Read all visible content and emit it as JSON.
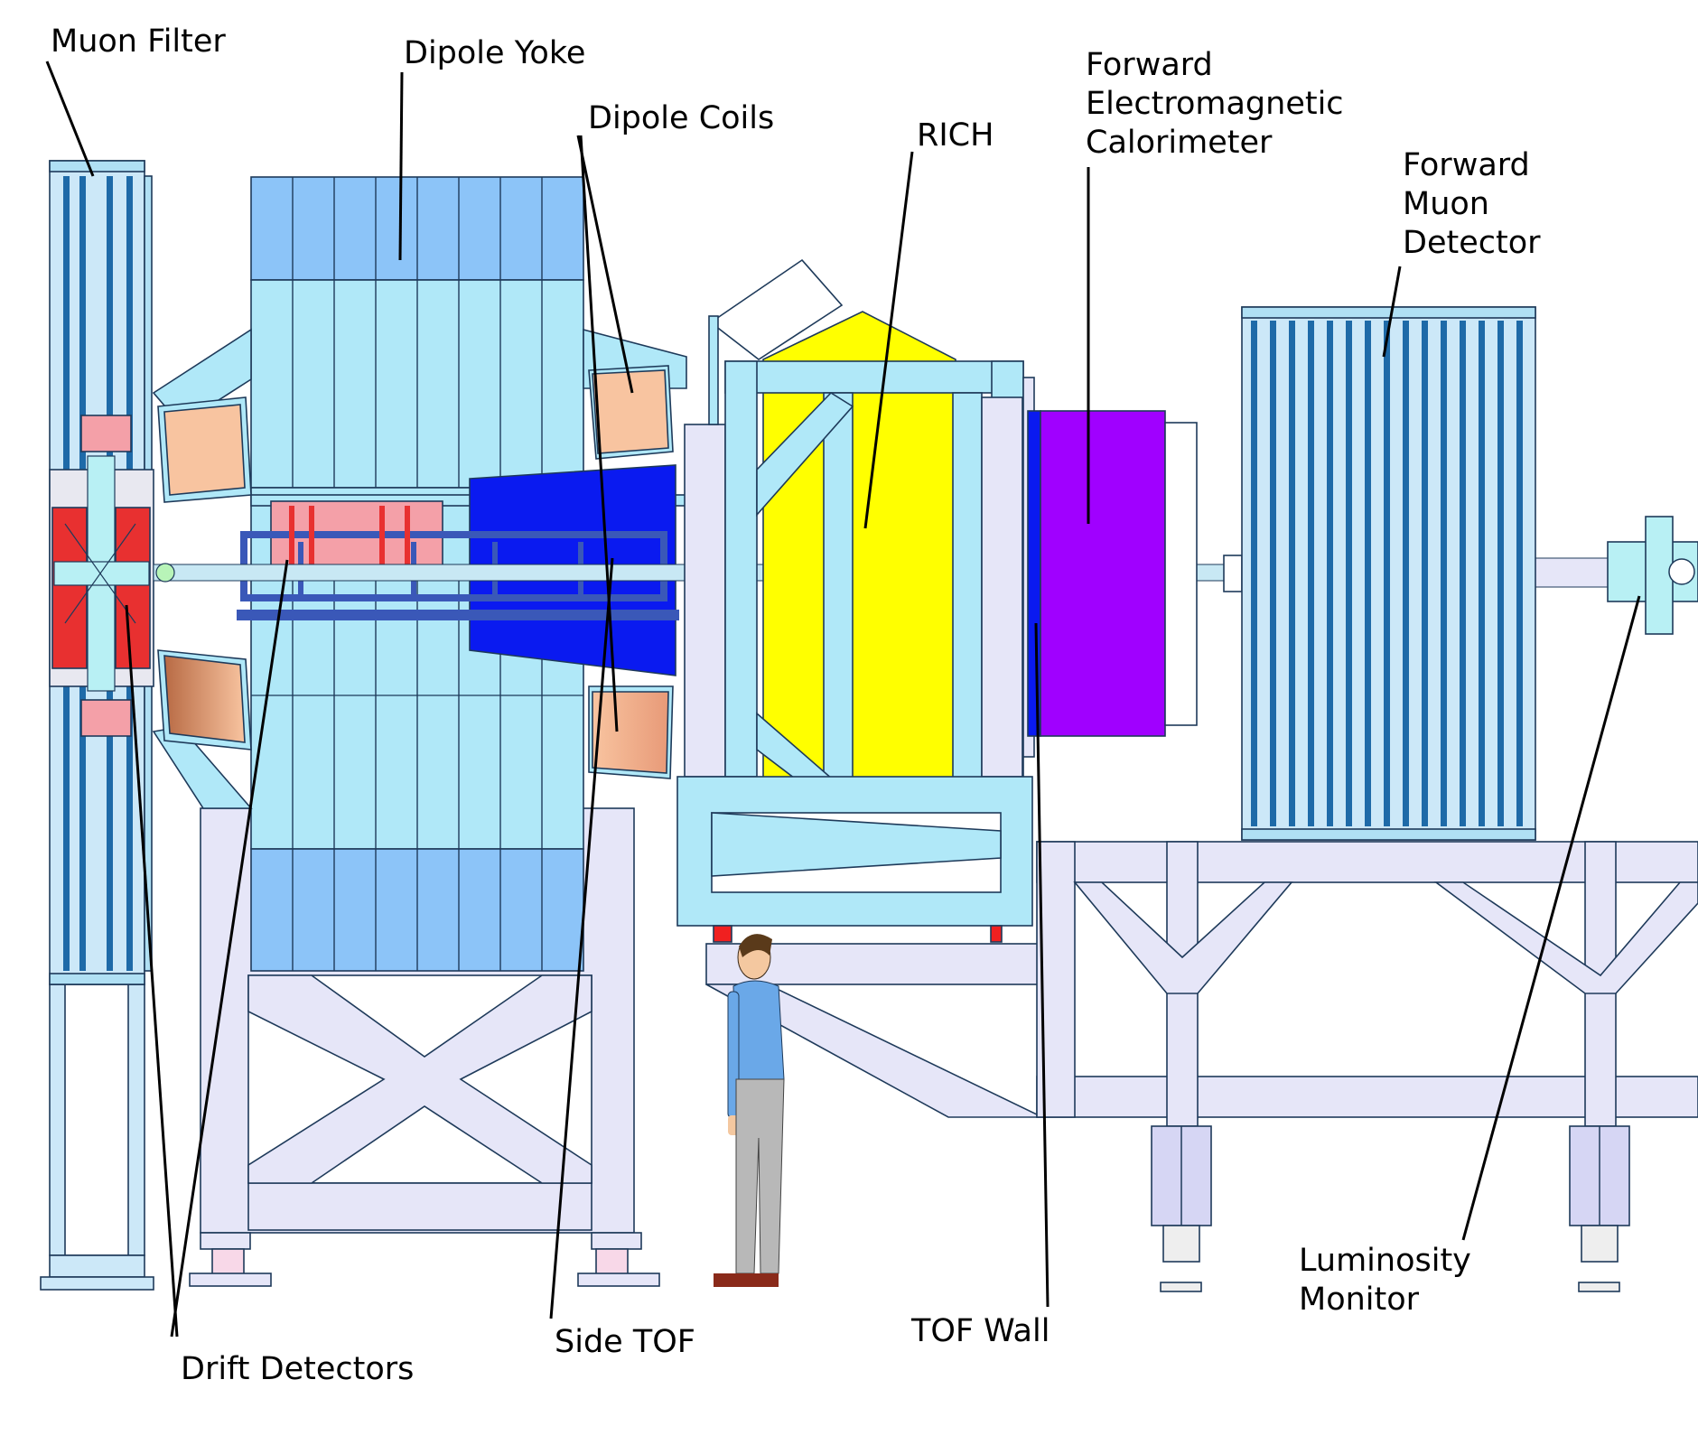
{
  "labels": {
    "muon_filter": "Muon Filter",
    "dipole_yoke": "Dipole Yoke",
    "dipole_coils": "Dipole Coils",
    "rich": "RICH",
    "fecal_line1": "Forward",
    "fecal_line2": "Electromagnetic",
    "fecal_line3": "Calorimeter",
    "fmuon_line1": "Forward",
    "fmuon_line2": "Muon",
    "fmuon_line3": "Detector",
    "drift_detectors": "Drift Detectors",
    "side_tof": "Side TOF",
    "tof_wall": "TOF Wall",
    "lumi_line1": "Luminosity",
    "lumi_line2": "Monitor"
  },
  "colors": {
    "support_frame": "#e6e6f8",
    "yoke_dark": "#8cc4f8",
    "yoke_light": "#b0e8f8",
    "coil": "#f8c4a0",
    "drift_red": "#e83030",
    "tof_blue": "#0a1af0",
    "rich_yellow": "#ffff00",
    "calorimeter_purple": "#a000ff",
    "muon_detector_blue": "#1e6aa8"
  }
}
